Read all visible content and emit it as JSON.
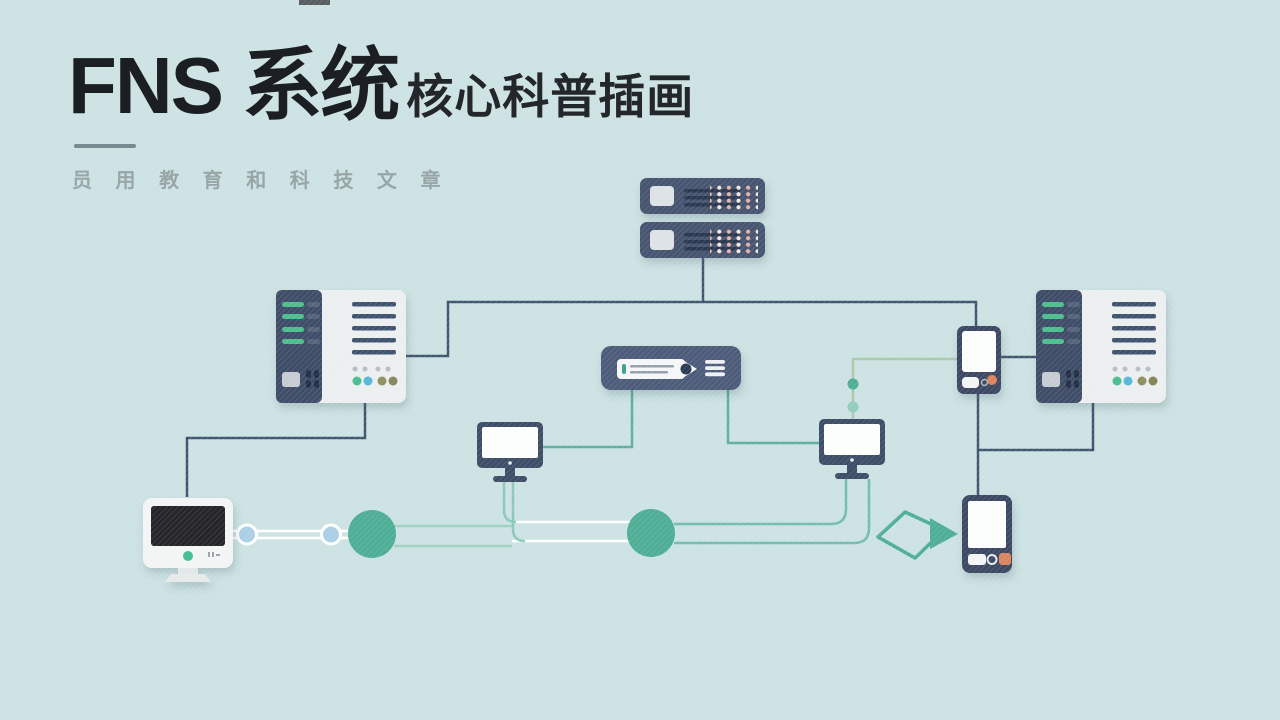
{
  "meta": {
    "page_title": "FNS 系统核心科普插画"
  },
  "header": {
    "title_primary": "FNS 系统",
    "title_secondary": "核心科普插画",
    "subtitle": "员 用 教 育 和 科 技 文 章"
  },
  "colors": {
    "background": "#cde2e3",
    "navy_device": "#3c4a64",
    "navy_line": "#3f566e",
    "card_light": "#eceff0",
    "green_led": "#4dbe8d",
    "teal_node": "#4fae96",
    "teal_line_light": "#9ed1c2",
    "sage_line": "#a9c9ab",
    "orange_dot": "#dd845f",
    "lightblue_bead": "#aacfe6",
    "white_line": "#ffffff"
  },
  "diagram": {
    "nodes": [
      "server-rack-stack",
      "server-tower-left",
      "server-tower-right",
      "router-search-appliance",
      "workstation-monitor-left",
      "workstation-monitor-right",
      "desktop-computer",
      "smartphone-upper",
      "smartphone-lower",
      "network-node-circle-1",
      "network-node-circle-2",
      "link-bead-1",
      "link-bead-2",
      "flow-diamond-arrow"
    ]
  }
}
